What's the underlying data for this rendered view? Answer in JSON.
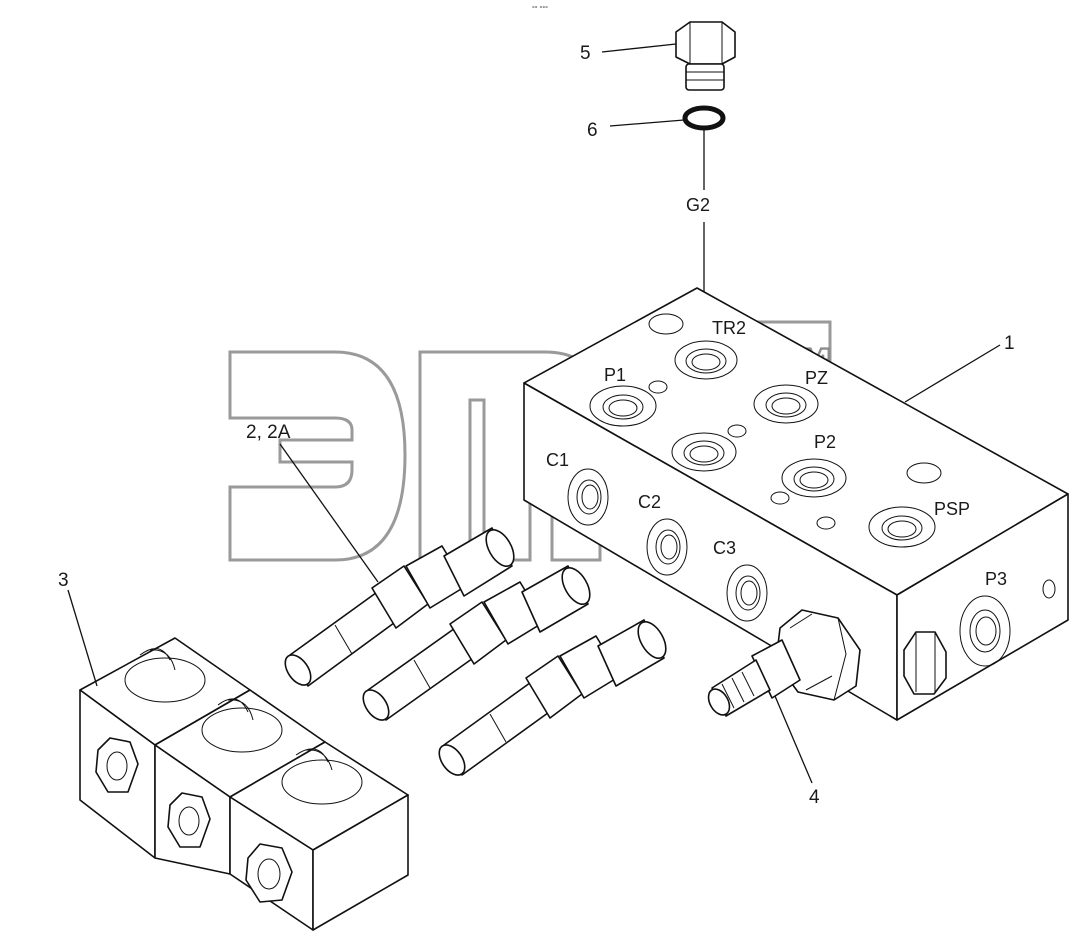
{
  "diagram": {
    "header_mark": "°° °°°",
    "watermark": {
      "text": "эмдб",
      "tm": "TM"
    },
    "callouts": {
      "p1": "1",
      "p2": "2, 2A",
      "p3": "3",
      "p4": "4",
      "p5": "5",
      "p6": "6"
    },
    "ports": {
      "g2": "G2",
      "tr2": "TR2",
      "pz": "PZ",
      "p1": "P1",
      "p2": "P2",
      "psp": "PSP",
      "c1": "C1",
      "c2": "C2",
      "c3": "C3",
      "p3": "P3"
    }
  }
}
